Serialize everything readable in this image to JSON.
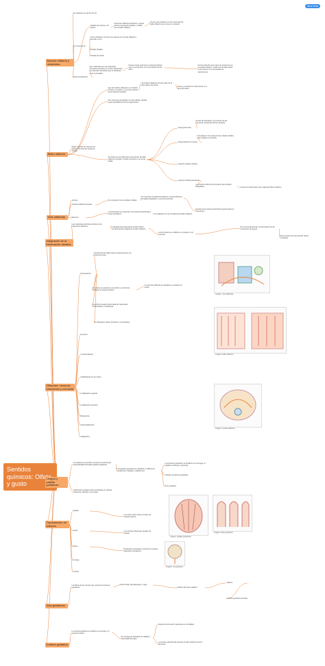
{
  "user": {
    "name": "Nina Venzi"
  },
  "root": {
    "label": "Sentidos químicos: Olfato y gusto"
  },
  "topics": {
    "mucosa": "Mucosa olfatoria y receptores",
    "bulbo": "Bulbo olfatorio",
    "vias_olf": "Vías olfatorias",
    "integracion": "Integración de la información olfatoria",
    "olfaccion": "Olfacción: memoria, emociones y conducta",
    "lengua": "Lengua y papilas gustativas",
    "transduccion": "Transducción de sabores",
    "vias_gust": "Vías gustativas",
    "corteza_gust": "Corteza gustativa"
  },
  "nodes": {
    "m1": "Se sostienen en las 10-10 m2",
    "m2": "Células de reserva y de sostén",
    "m3": "Neuronas olfatorias bipolares, ocupan toda la mucosa del epitelio y unidas por el bulbo olfatorio",
    "m4": "Forman una sinapsis con las neuronas del bulbo olfatorio que entran en contacto",
    "m5": "Se compone de",
    "m6": "Forma cilíndrica, forman una capa de la mucosa olfatoria y secretan moco",
    "m7": "Células basales",
    "m8": "Células de sostén",
    "m9": "Quimiorreceptores",
    "m10": "Son moléculas por las sustancias químicas presentes en el aire (odorantes) o moléculas odoríferas que se disuelven en la mucosidad",
    "m11": "Poseen estas proteínas G transmembrana que se encuentran en la membrana de los cilios",
    "m12": "Se han descrito cinco tipos de proteína G en el epitelio olfatorio. Cada una de ellas activa una proteína G en la cascada de transducción",
    "b1": "Hay dos bulbos olfatorios en el lóbulo frontal y el cerebro, en la zona inferior de los lóbulos frontales",
    "b2": "Los bulbos olfatorios forman parte de la información sensorial",
    "b3": "Forma y conducen la información a lo largo del tracto",
    "b4": "Sus neuronas principales son las células mitrales, cuyas dendritas forman los glomérulos",
    "b5": "Capa glomerular",
    "b6": "Donde las dendritas y los axones de las neuronas receptoras forman sinapsis",
    "b7": "Capa plexiforme externa",
    "b8": "Formada por los somas de las células mitrales y las células en penacho",
    "b9": "Capa de células mitrales",
    "b10": "Capa de células granulosas",
    "b11": "Se divide en tres diferentes estructuras: la bulbo olfatorio principal, el bulbo accesorio y la vía de salida",
    "b12": "Masa mientras de capa de los tejidos con diversas capas de células",
    "b13": "La corteza piriforme forma parte del complejo amigdalino",
    "b14": "Acusa a la información que viaja del bulbo al tálamo",
    "v1": "Neurona olfatoria primaria",
    "v2": "Eferente",
    "v3": "Axones",
    "v4": "Se conectan con las células mitrales",
    "v5": "Se proyectan al tubérculo olfatorio, corteza piriforme, complejo amigdalino y corteza entorrinal",
    "v6": "La información se transmite a la corteza orbitofrontal a través del tálamo",
    "v7": "El área de la corteza entorrinal proyecta hacia el hipocampo",
    "v8": "Se establece con la vía lateral del bulbo olfatorio",
    "i1": "Las moléculas odoríferas activan a los receptores olfatorios",
    "i2": "La llegada del potencial de acción desde neuroreceptores olfatorios al bulbo olfatorio",
    "i3": "La información se codifica en el espacio y en el tiempo",
    "i4": "En la zona glomerular, la información de los receptores se agrupa",
    "i5": "Este proceso permite percibir olores complejos",
    "o1": "Pensamiento",
    "o2": "Emoción",
    "o3": "Clasificación de los olores",
    "o4": "Codificación espacial",
    "o5": "Bioquímica",
    "o6": "Codificación temporal",
    "o7": "Adaptación",
    "o8": "Umbral olfatorio",
    "o9": "Desensibilización",
    "o10": "Importancia del olfato para la supervivencia y la conducta social",
    "o11": "Los olores se asocian a recuerdos y emociones mediante el sistema límbico",
    "o12": "La memoria olfatoria es duradera y resistente al olvido",
    "o13": "Los olores pueden desencadenar respuestas conductuales y fisiológicas",
    "o14": "Se distinguen olores primarios y secundarios",
    "l1": "Los sabores se perciben a través de estructuras especializadas llamadas papilas gustativas",
    "l2": "Las papilas gustativas se clasifican en filiformes, fungiformes, foliadas y caliciformes",
    "l3": "Cada botón gustativo está constituido por células receptoras, basales y de sostén",
    "l4": "Los botones gustativos se localizan en la lengua, el paladar, la faringe y la laringe",
    "l5": "Células receptoras gustativas",
    "l6": "Poro gustativo",
    "t1": "Salado",
    "t2": "Ácido",
    "t3": "Dulce",
    "t4": "Amargo",
    "t5": "Umami",
    "t6": "Los iones sodio entran a través de canales iónicos",
    "t7": "Los protones bloquean canales de potasio",
    "t8": "Receptores acoplados a proteína G activan segundos mensajeros",
    "g1": "Las fibras de los nervios que inervan los botones gustativos",
    "g2": "Nervio facial, glosofaríngeo y vago",
    "g3": "Núcleo del tracto solitario",
    "g4": "Tálamo",
    "g5": "Corteza gustativa primaria",
    "c1": "La corteza gustativa se localiza en la ínsula y el opérculo frontal",
    "c2": "Se encarga de identificar la calidad e intensidad del sabor",
    "c3": "Integra la información gustativa con la olfativa",
    "c4": "La corteza orbitofrontal procesa el valor hedónico de los alimentos"
  },
  "images": {
    "img1": "Imagen: vías olfatorias",
    "img2": "Imagen: bulbo olfatorio",
    "img3": "Imagen: corteza olfatoria",
    "img4": "Imagen: papilas gustativas",
    "img5": "Imagen: botón gustativo",
    "img6": "Imagen: vía gustativa"
  },
  "colors": {
    "topic": "#f7a766",
    "root": "#e9833b",
    "link": "#e9833b",
    "badge": "#3d8ee8"
  }
}
